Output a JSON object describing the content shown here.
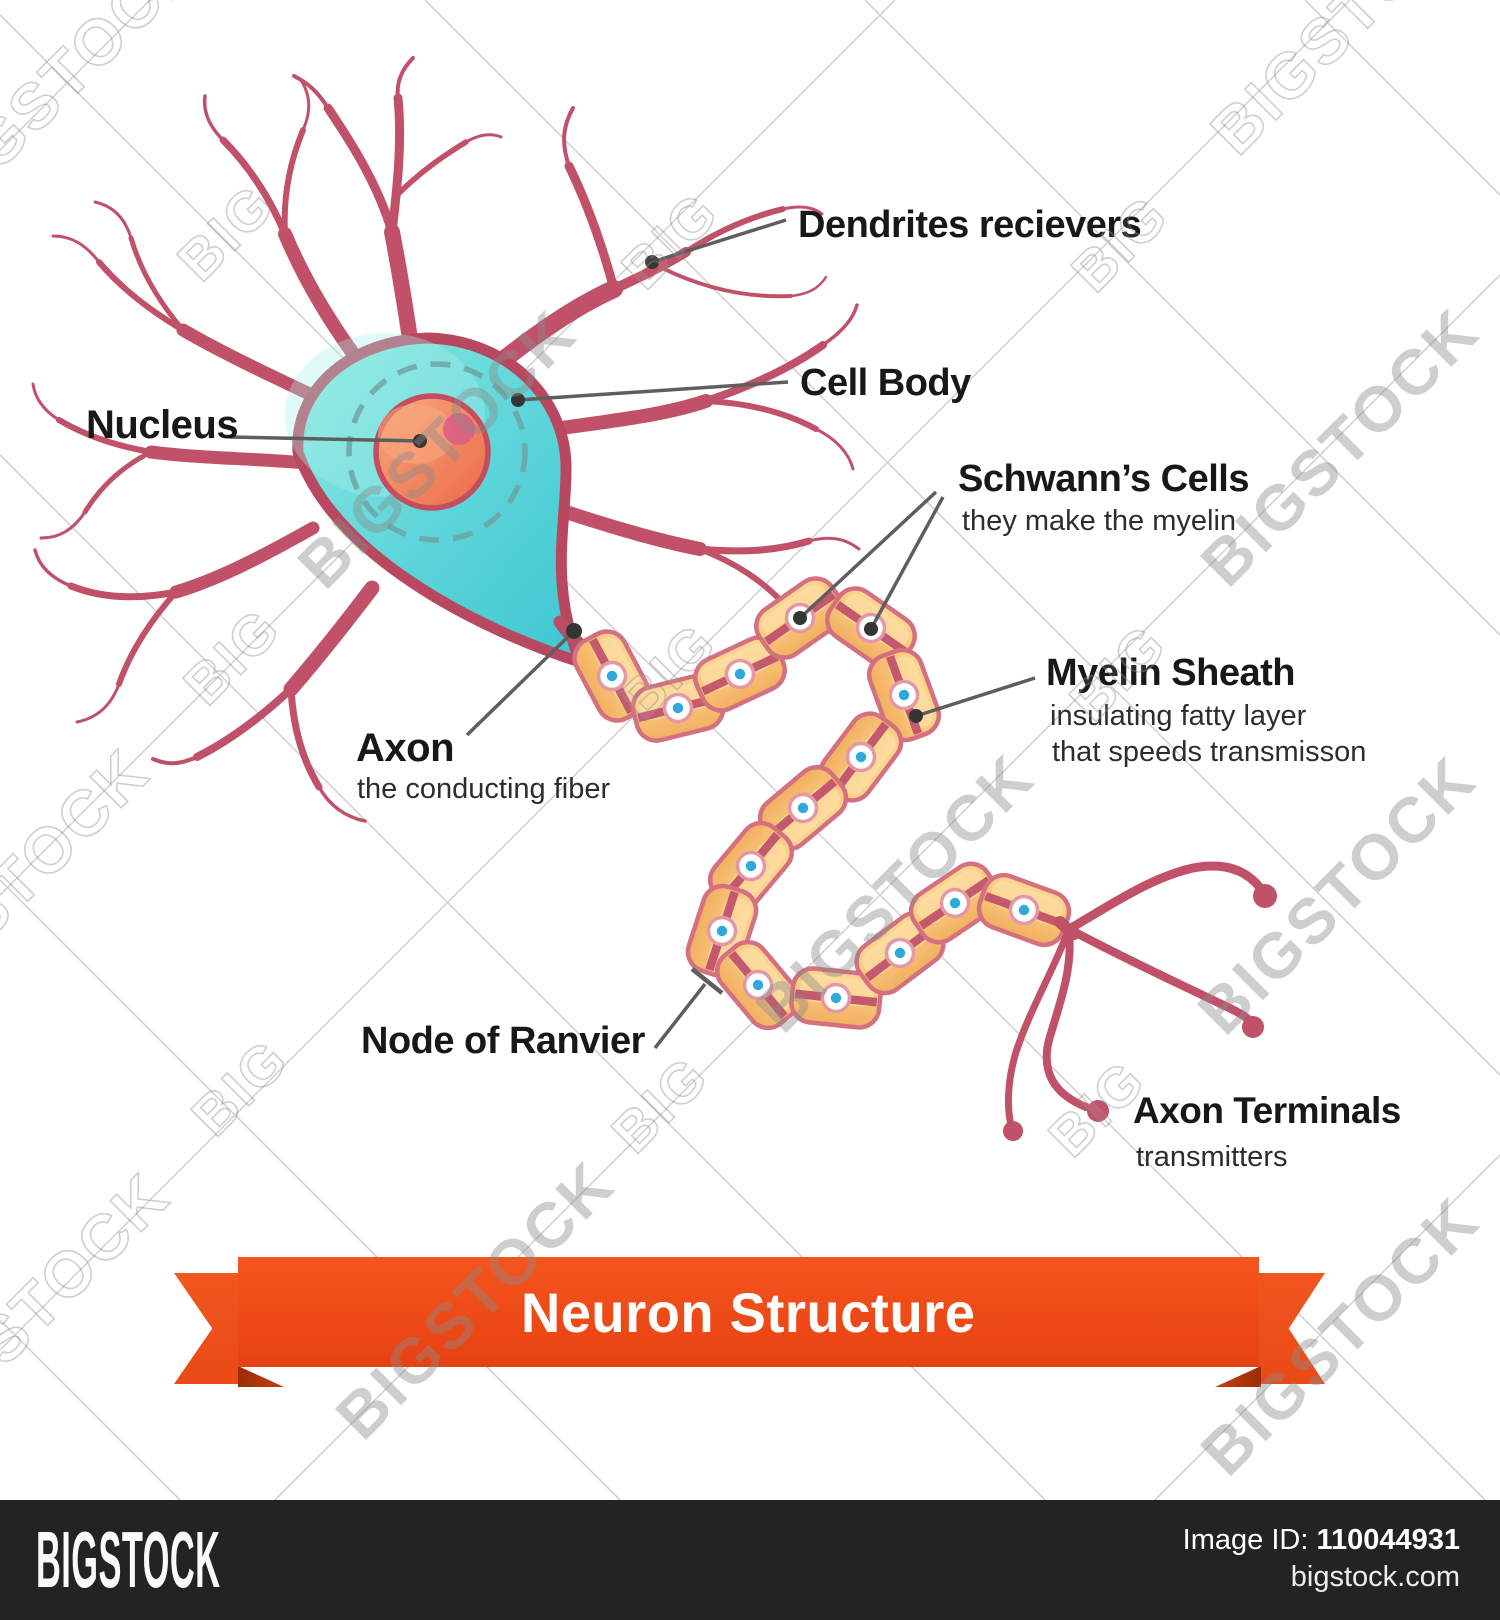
{
  "diagram": {
    "labels": {
      "dendrites": {
        "title": "Dendrites recievers"
      },
      "cell_body": {
        "title": "Cell Body"
      },
      "nucleus": {
        "title": "Nucleus"
      },
      "schwann": {
        "title": "Schwann’s Cells",
        "subtitle": "they make the myelin"
      },
      "myelin": {
        "title": "Myelin Sheath",
        "subtitle1": "insulating fatty layer",
        "subtitle2": "that speeds transmisson"
      },
      "axon": {
        "title": "Axon",
        "subtitle": "the conducting fiber"
      },
      "node": {
        "title": "Node of Ranvier"
      },
      "terminals": {
        "title": "Axon Terminals",
        "subtitle": "transmitters"
      }
    },
    "banner": {
      "title": "Neuron Structure"
    },
    "colors": {
      "accent_red": "#C05168",
      "cell_teal": "#5FD4D9",
      "nucleus_orange": "#EF7350",
      "myelin_orange": "#F9C478",
      "myelin_outline": "#D4707F",
      "schwann_dot_blue": "#2FA9DD",
      "ribbon_orange": "#EE4A1C",
      "footer_bg": "#232323"
    }
  },
  "watermark": {
    "text_large": "BIGSTOCK",
    "text_small": "BIG"
  },
  "footer": {
    "logo": "BIGSTOCK",
    "image_id_label": "Image ID:",
    "image_id": "110044931",
    "site": "bigstock.com"
  }
}
